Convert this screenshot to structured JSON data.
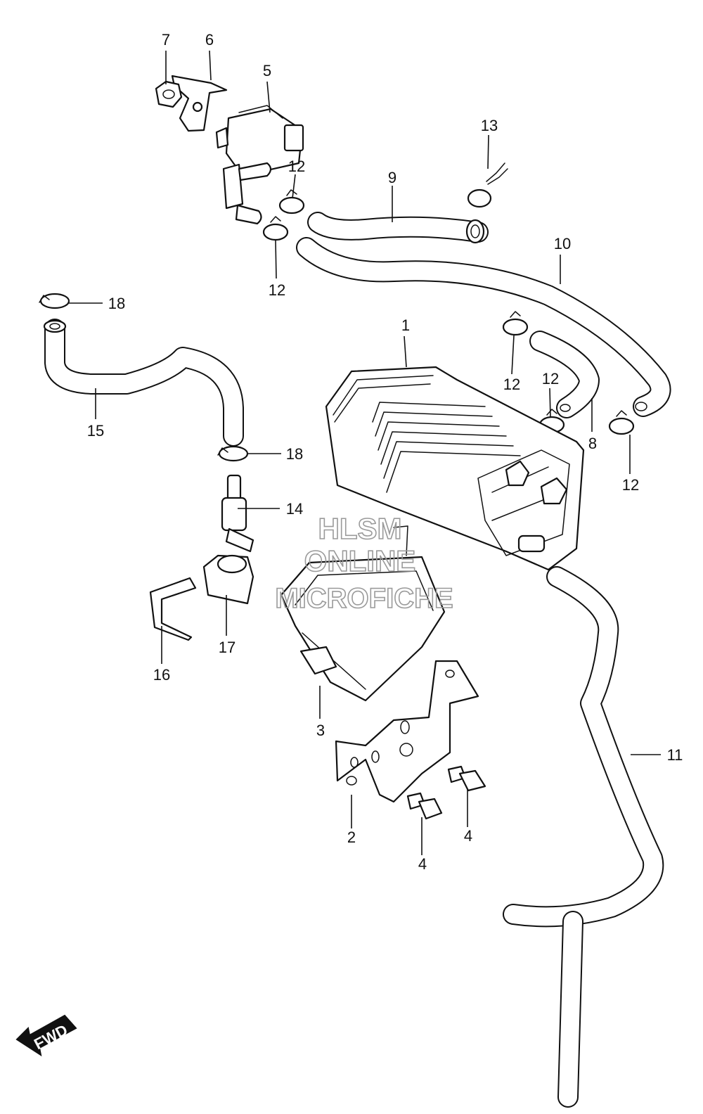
{
  "watermark": {
    "line1": "HLSM",
    "line2": "ONLINE",
    "line3": "MICROFICHE"
  },
  "fwd_label": "FWD",
  "callouts": {
    "c1": "1",
    "c2": "2",
    "c3": "3",
    "c4a": "4",
    "c4b": "4",
    "c5": "5",
    "c6": "6",
    "c7": "7",
    "c8": "8",
    "c9": "9",
    "c10": "10",
    "c11": "11",
    "c12a": "12",
    "c12b": "12",
    "c12c": "12",
    "c12d": "12",
    "c12e": "12",
    "c13": "13",
    "c14": "14",
    "c15": "15",
    "c16": "16",
    "c17": "17",
    "c18a": "18",
    "c18b": "18"
  }
}
